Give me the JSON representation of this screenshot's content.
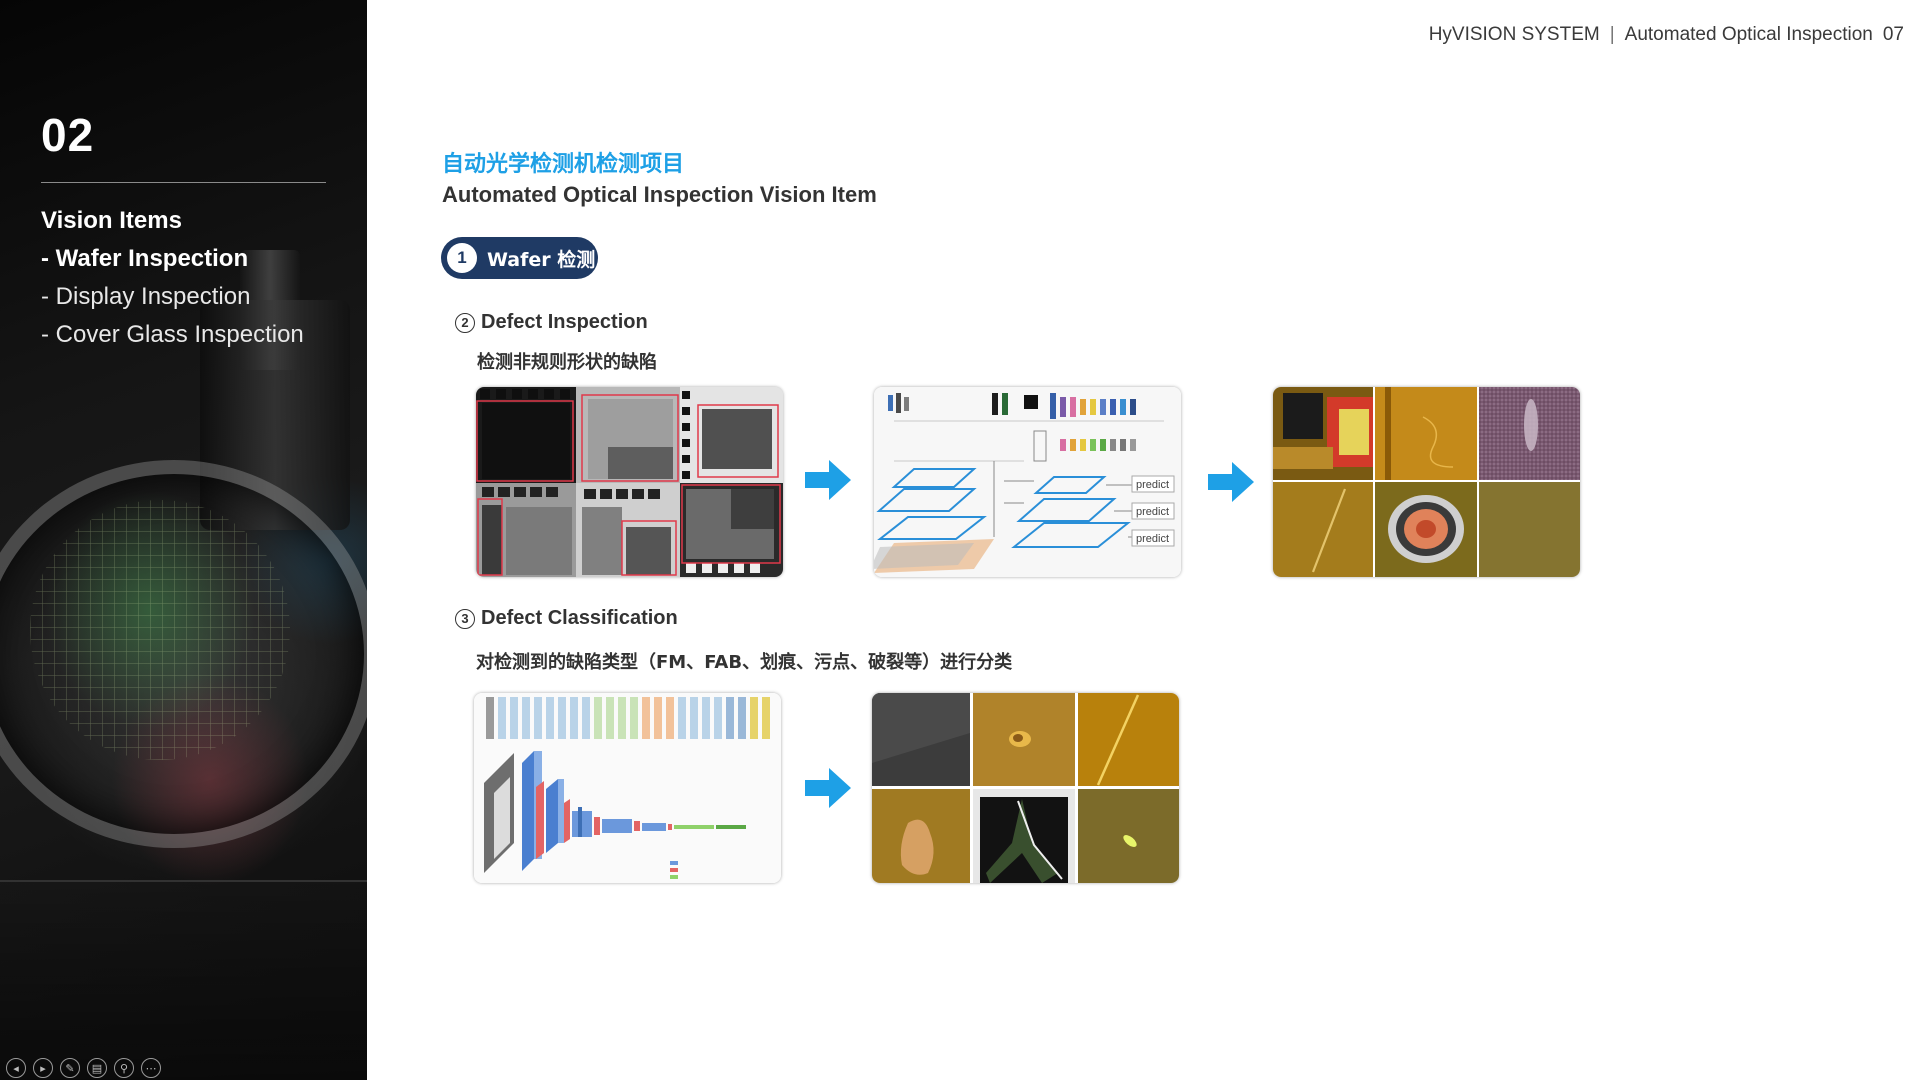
{
  "sidebar": {
    "section_number": "02",
    "nav_title": "Vision Items",
    "nav_items": [
      {
        "label": "- Wafer Inspection",
        "active": true
      },
      {
        "label": "- Display Inspection",
        "active": false
      },
      {
        "label": "- Cover Glass Inspection",
        "active": false
      }
    ],
    "controls": [
      "prev-icon",
      "next-icon",
      "pen-icon",
      "slides-icon",
      "zoom-icon",
      "more-icon"
    ]
  },
  "header": {
    "brand": "HyVISION SYSTEM",
    "separator": "|",
    "subtitle": "Automated Optical Inspection",
    "page_number": "07"
  },
  "main": {
    "title_cn": "自动光学检测机检测项目",
    "title_en": "Automated Optical Inspection Vision Item",
    "pill": {
      "number": "1",
      "label": "Wafer 检测"
    },
    "defect_inspection": {
      "marker": "②",
      "heading": "Defect Inspection",
      "description": "检测非规则形状的缺陷",
      "predict_labels": [
        "predict",
        "predict",
        "predict"
      ]
    },
    "defect_classification": {
      "marker": "③",
      "heading": "Defect Classification",
      "description": "对检测到的缺陷类型（FM、FAB、划痕、污点、破裂等）进行分类"
    },
    "colors": {
      "accent_blue": "#1ea0e6",
      "pill_navy": "#1f3a64",
      "arrow_blue": "#1ea0e6",
      "defect_red": "#e0394a"
    }
  }
}
